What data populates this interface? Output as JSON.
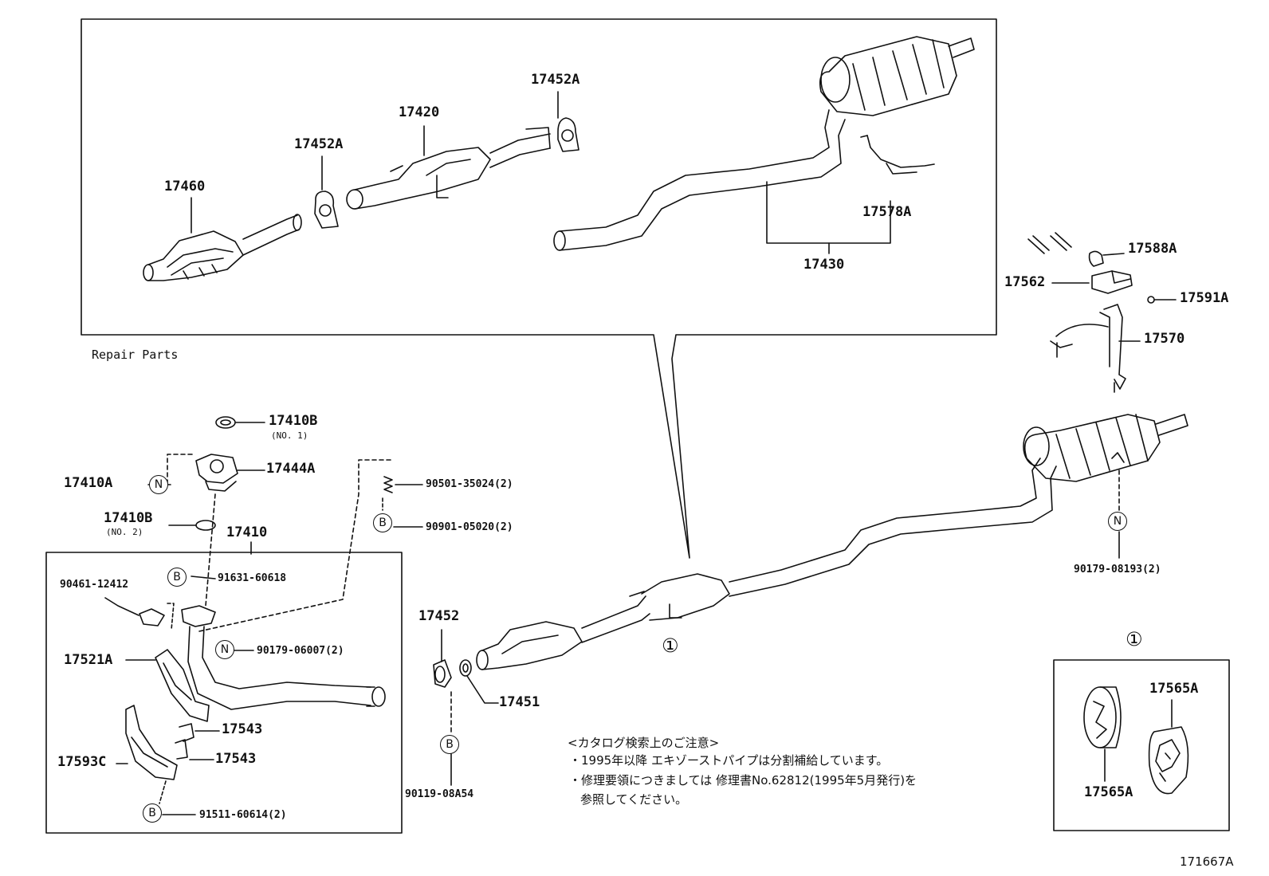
{
  "labels": {
    "repair_parts": "Repair Parts",
    "p17460": "17460",
    "p17452a_1": "17452A",
    "p17420": "17420",
    "p17452a_2": "17452A",
    "p17430": "17430",
    "p17578a": "17578A",
    "p17588a": "17588A",
    "p17562": "17562",
    "p17591a": "17591A",
    "p17570": "17570",
    "p17410b_1": "17410B",
    "no1": "(NO. 1)",
    "p17410a": "17410A",
    "p17444a": "17444A",
    "p17410b_2": "17410B",
    "no2": "(NO. 2)",
    "p17410": "17410",
    "p90501": "90501-35024(2)",
    "p90901": "90901-05020(2)",
    "p91631": "91631-60618",
    "p90461": "90461-12412",
    "p17521a": "17521A",
    "p90179_06007": "90179-06007(2)",
    "p17543_1": "17543",
    "p17543_2": "17543",
    "p17593c": "17593C",
    "p91511": "91511-60614(2)",
    "p17452": "17452",
    "p17451": "17451",
    "p90119": "90119-08A54",
    "p90179_08193": "90179-08193(2)",
    "p17565a_1": "17565A",
    "p17565a_2": "17565A",
    "circle_1_a": "①",
    "circle_1_b": "①",
    "figure_id": "171667A"
  },
  "badges": {
    "n": "N",
    "b": "B"
  },
  "notes": {
    "title": "<カタログ検索上のご注意>",
    "line1": "・1995年以降 エキゾーストパイプは分割補給しています。",
    "line2": "・修理要領につきましては 修理書No.62812(1995年5月発行)を",
    "line3": "参照してください。"
  }
}
